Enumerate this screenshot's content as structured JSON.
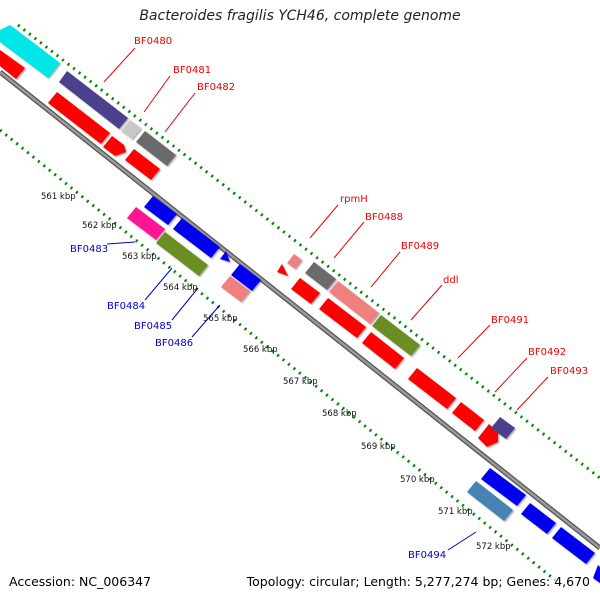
{
  "title": "Bacteroides fragilis YCH46, complete genome",
  "footer": {
    "accession": "Accession: NC_006347",
    "topology": "Topology: circular; Length: 5,277,274 bp; Genes: 4,670"
  },
  "colors": {
    "label_red": "#ee0000",
    "label_blue": "#0000cc",
    "backbone": "#7f7f7f",
    "dots": "#008800"
  },
  "ticks": [
    "561 kbp",
    "562 kbp",
    "563 kbp",
    "564 kbp",
    "565 kbp",
    "566 kbp",
    "567 kbp",
    "568 kbp",
    "569 kbp",
    "570 kbp",
    "571 kbp",
    "572 kbp"
  ],
  "gene_labels_outer": [
    "BF0480",
    "BF0481",
    "BF0482",
    "rpmH",
    "BF0488",
    "BF0489",
    "ddl",
    "BF0491",
    "BF0492",
    "BF0493"
  ],
  "gene_labels_inner": [
    "BF0483",
    "BF0484",
    "BF0485",
    "BF0486",
    "BF0494"
  ],
  "feature_colors": [
    "cyan",
    "dark slate blue",
    "light gray",
    "dark gray",
    "red",
    "magenta",
    "blue",
    "olive green",
    "light pink",
    "steel blue"
  ]
}
